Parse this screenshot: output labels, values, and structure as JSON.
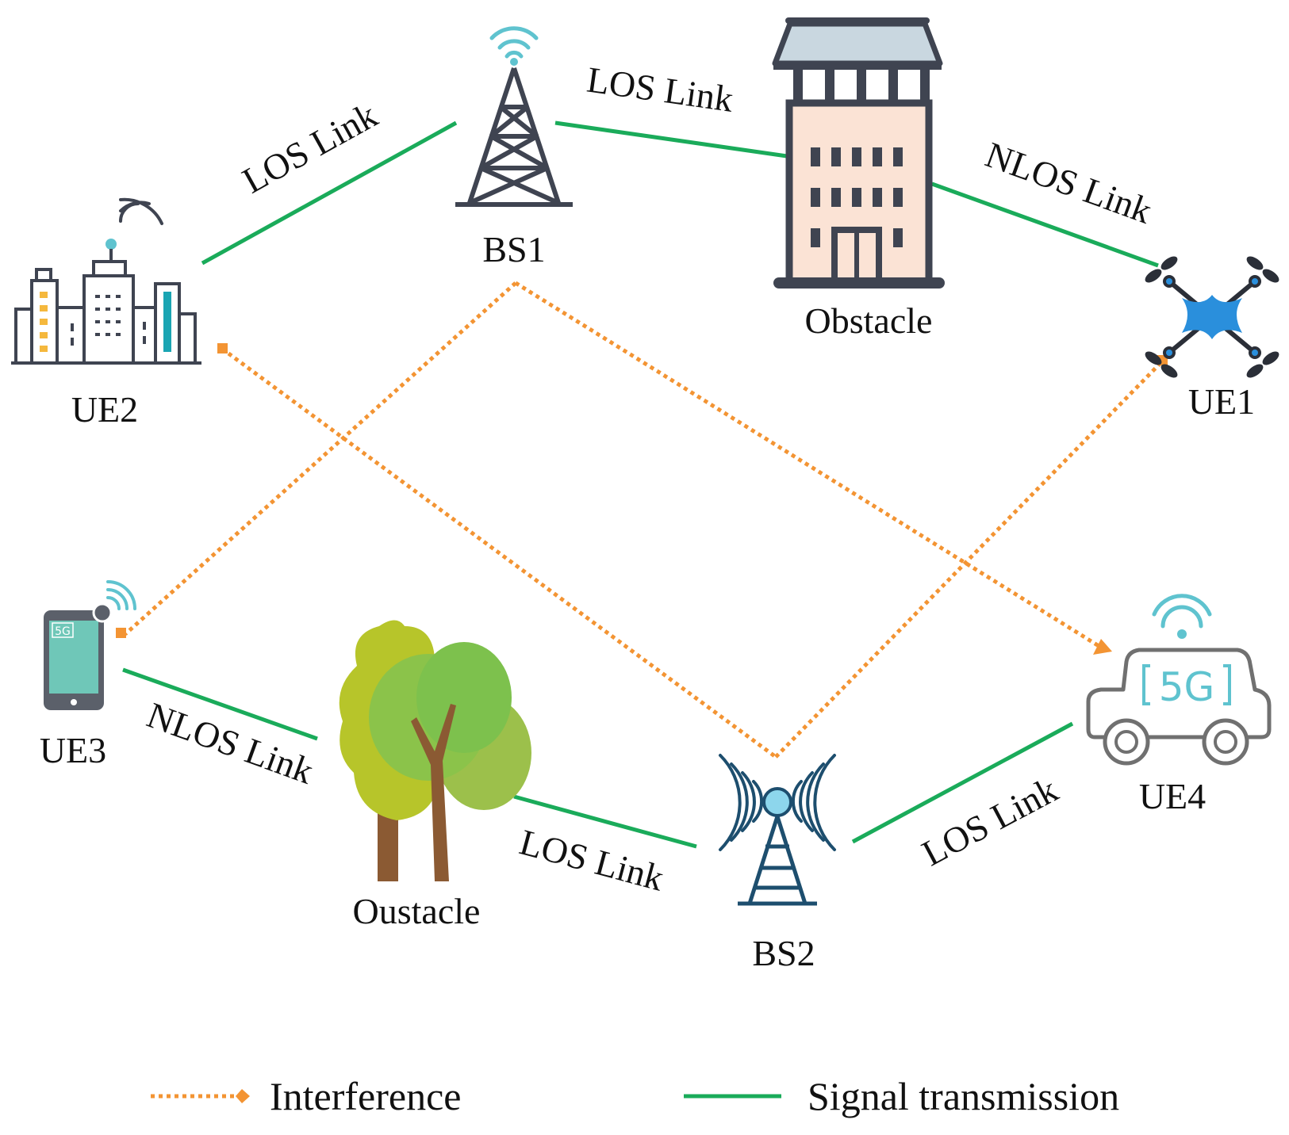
{
  "nodes": {
    "bs1": "BS1",
    "bs2": "BS2",
    "ue1": "UE1",
    "ue2": "UE2",
    "ue3": "UE3",
    "ue4": "UE4",
    "obstacle_building": "Obstacle",
    "obstacle_tree": "Oustacle"
  },
  "links": {
    "ue2_bs1": "LOS Link",
    "bs1_obstacle": "LOS Link",
    "obstacle_ue1": "NLOS Link",
    "ue3_tree": "NLOS Link",
    "tree_bs2": "LOS Link",
    "bs2_ue4": "LOS Link"
  },
  "phone_badge": "5G",
  "car_badge": "5G",
  "legend": {
    "interference": "Interference",
    "signal": "Signal transmission"
  },
  "colors": {
    "signal": "#1aab5a",
    "interference": "#f39433",
    "text": "#111111",
    "dark_icon": "#3f4451",
    "teal": "#5fc3cf",
    "drone": "#2a8fdc",
    "phone_screen": "#6fc7b8",
    "bs2": "#1d4e6e"
  },
  "icons": [
    "tower-icon",
    "antenna-icon",
    "building-icon",
    "drone-icon",
    "city-icon",
    "smartphone-icon",
    "tree-icon",
    "car-icon"
  ]
}
